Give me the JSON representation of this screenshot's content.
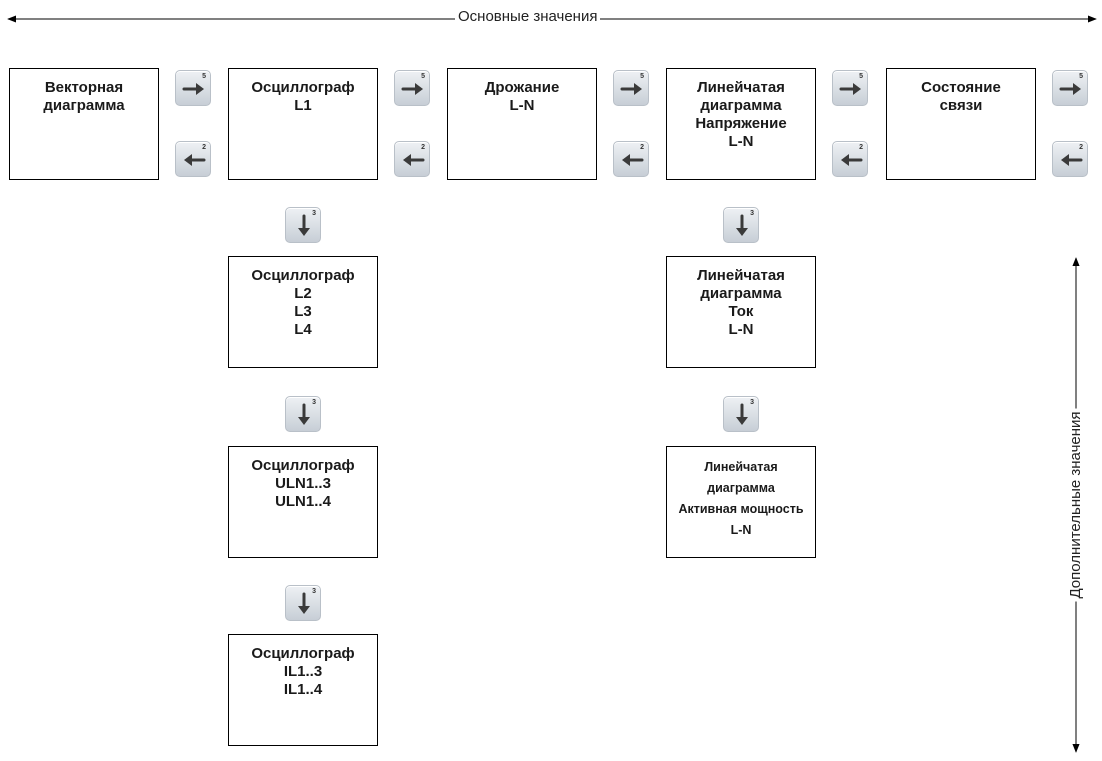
{
  "axes": {
    "main_label": "Основные значения",
    "extra_label": "Дополнительные значения"
  },
  "boxes": {
    "vector": {
      "lines": [
        "Векторная",
        "диаграмма"
      ]
    },
    "osc_l1": {
      "lines": [
        "Осциллограф",
        "L1"
      ]
    },
    "jitter": {
      "lines": [
        "Дрожание",
        "L-N"
      ]
    },
    "bar_voltage": {
      "lines": [
        "Линейчатая",
        "диаграмма",
        "Напряжение",
        "L-N"
      ]
    },
    "link_state": {
      "lines": [
        "Состояние",
        "связи"
      ]
    },
    "osc_l234": {
      "lines": [
        "Осциллограф",
        "L2",
        "L3",
        "L4"
      ]
    },
    "bar_current": {
      "lines": [
        "Линейчатая",
        "диаграмма",
        "Ток",
        "L-N"
      ]
    },
    "osc_uln": {
      "lines": [
        "Осциллограф",
        "ULN1..3",
        "ULN1..4"
      ]
    },
    "bar_active_power": {
      "lines": [
        "Линейчатая",
        "диаграмма",
        "Активная мощность",
        "L-N"
      ]
    },
    "osc_il": {
      "lines": [
        "Осциллограф",
        "IL1..3",
        "IL1..4"
      ]
    }
  },
  "keys": {
    "right_number": "5",
    "left_number": "2",
    "down_number": "3",
    "right_icon": "arrow-right-icon",
    "left_icon": "arrow-left-icon",
    "down_icon": "arrow-down-icon"
  },
  "colors": {
    "key_top": "#eef1f4",
    "key_bottom": "#c7ced6",
    "arrow": "#3a3a3a"
  }
}
